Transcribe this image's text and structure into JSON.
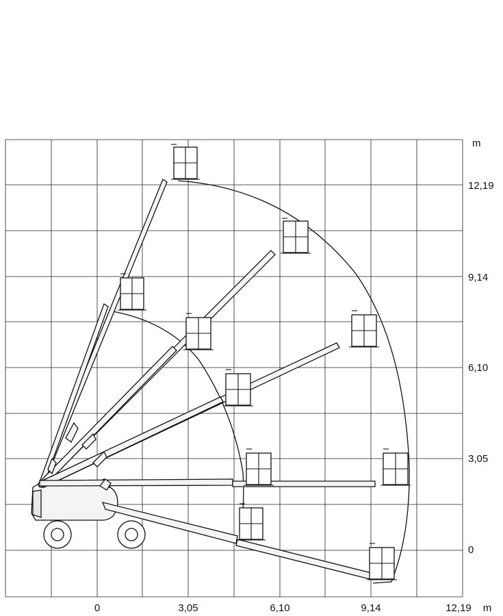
{
  "x_axis": {
    "unit": "m",
    "ticks": [
      "0",
      "3,05",
      "6,10",
      "9,14",
      "12,19"
    ]
  },
  "y_axis": {
    "unit": "m",
    "ticks": [
      "0",
      "3,05",
      "6,10",
      "9,14",
      "12,19"
    ]
  },
  "boom_positions": [
    {
      "reach": 2.7,
      "height": 12.3
    },
    {
      "reach": 6.5,
      "height": 10.1
    },
    {
      "reach": 0.9,
      "height": 8.1
    },
    {
      "reach": 3.2,
      "height": 7.0
    },
    {
      "reach": 8.9,
      "height": 7.0
    },
    {
      "reach": 4.4,
      "height": 5.3
    },
    {
      "reach": 5.1,
      "height": 2.3
    },
    {
      "reach": 9.4,
      "height": 2.3
    },
    {
      "reach": 4.5,
      "height": 0.5
    },
    {
      "reach": 8.9,
      "height": -1.0
    }
  ],
  "colors": {
    "line": "#111111",
    "grid": "#222222",
    "background": "#ffffff"
  }
}
